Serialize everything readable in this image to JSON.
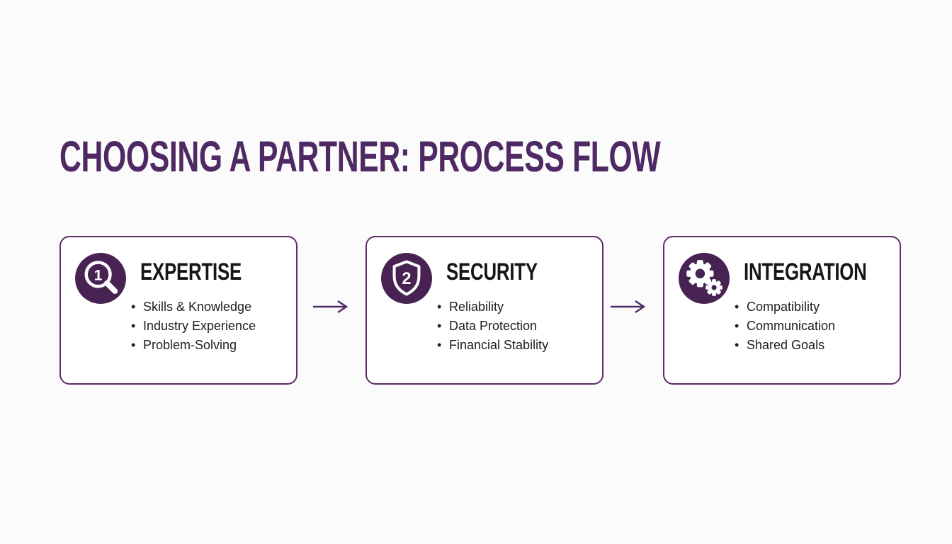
{
  "title": "CHOOSING A PARTNER: PROCESS FLOW",
  "colors": {
    "title_text": "#4e2963",
    "icon_circle_bg": "#482253",
    "icon_glyph": "#ffffff",
    "card_border": "#5e2b6b",
    "arrow": "#4e2963",
    "heading_text": "#161616",
    "body_text": "#1e1e1e",
    "background": "#fcfbfb"
  },
  "steps": [
    {
      "title": "EXPERTISE",
      "icon": "magnifier-1-icon",
      "badge_number": "1",
      "bullets": [
        "Skills & Knowledge",
        "Industry Experience",
        "Problem-Solving"
      ]
    },
    {
      "title": "SECURITY",
      "icon": "shield-2-icon",
      "badge_number": "2",
      "bullets": [
        "Reliability",
        "Data Protection",
        "Financial Stability"
      ]
    },
    {
      "title": "INTEGRATION",
      "icon": "gears-icon",
      "bullets": [
        "Compatibility",
        "Communication",
        "Shared Goals"
      ]
    }
  ]
}
